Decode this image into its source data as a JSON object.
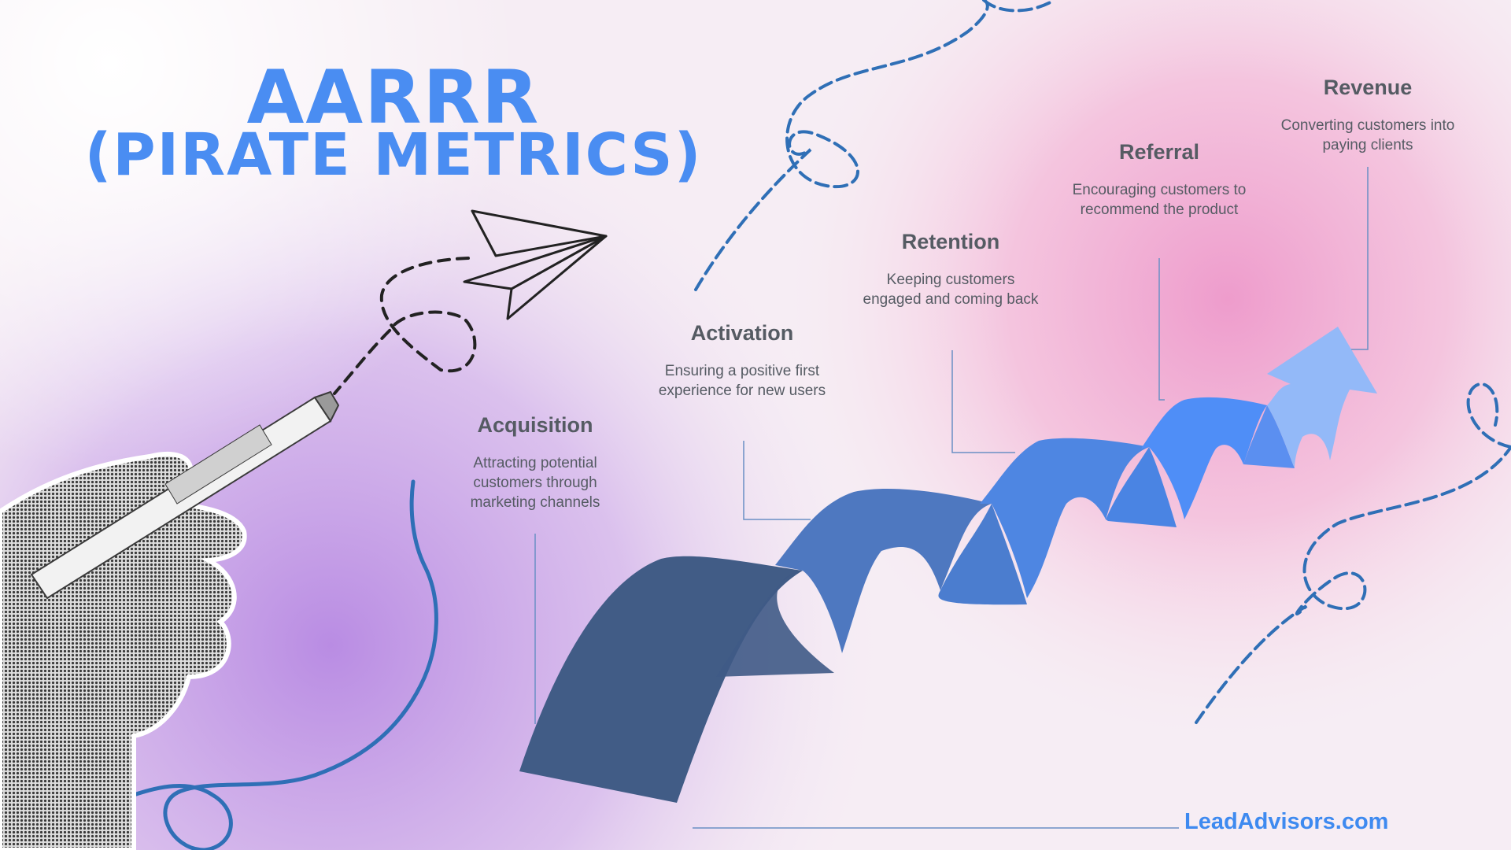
{
  "title": {
    "line1": "AARRR",
    "line2": "(PIRATE METRICS)"
  },
  "stages": [
    {
      "name": "Acquisition",
      "description": "Attracting potential customers through marketing channels"
    },
    {
      "name": "Activation",
      "description": "Ensuring a positive first experience for new users"
    },
    {
      "name": "Retention",
      "description": "Keeping customers engaged and coming back"
    },
    {
      "name": "Referral",
      "description": "Encouraging customers to recommend the product"
    },
    {
      "name": "Revenue",
      "description": "Converting customers into paying clients"
    }
  ],
  "brand": "LeadAdvisors.com",
  "colors": {
    "title": "#4a8df2",
    "acquisition": "#415c86",
    "activation": "#4e78c0",
    "retention": "#4e86e2",
    "referral": "#4f8ef7",
    "revenue": "#93b9f8",
    "dashed_lines": "#2f6fb6",
    "brand": "#3e8af0"
  }
}
